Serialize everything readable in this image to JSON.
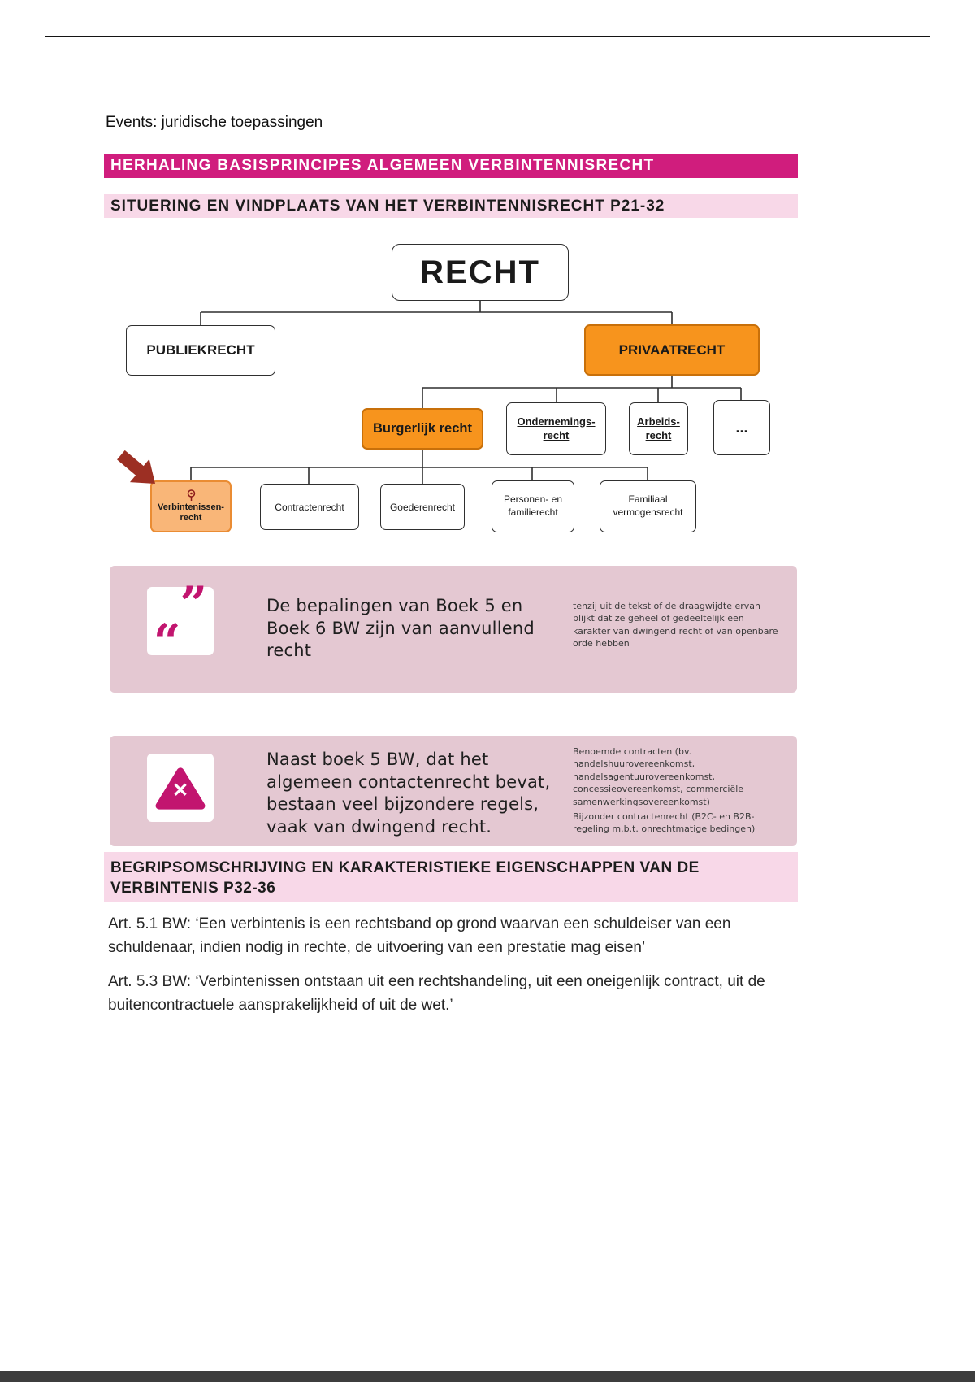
{
  "page": {
    "title": "Events: juridische toepassingen",
    "banners": {
      "main": "HERHALING BASISPRINCIPES ALGEMEEN VERBINTENNISRECHT",
      "section1": "SITUERING EN VINDPLAATS VAN HET VERBINTENNISRECHT  P21-32",
      "section2": "BEGRIPSOMSCHRIJVING EN KARAKTERISTIEKE EIGENSCHAPPEN VAN DE VERBINTENIS P32-36"
    }
  },
  "diagram": {
    "root": "RECHT",
    "level1": [
      {
        "label": "PUBLIEKRECHT"
      },
      {
        "label": "PRIVAATRECHT"
      }
    ],
    "level2": [
      {
        "label": "Burgerlijk recht"
      },
      {
        "label": "Ondernemings-recht"
      },
      {
        "label": "Arbeids-recht"
      },
      {
        "label": "..."
      }
    ],
    "level3": [
      {
        "label": "Verbintenissen-recht"
      },
      {
        "label": "Contractenrecht"
      },
      {
        "label": "Goederenrecht"
      },
      {
        "label": "Personen- en familierecht"
      },
      {
        "label": "Familiaal vermogensrecht"
      }
    ]
  },
  "callouts": [
    {
      "icon": "quote-icon",
      "text": "De bepalingen van Boek 5 en Boek 6 BW zijn van aanvullend recht",
      "note": "tenzij uit de tekst of de draagwijdte ervan blijkt dat ze geheel of gedeeltelijk een karakter van dwingend recht of van openbare orde hebben"
    },
    {
      "icon": "warning-x-icon",
      "text": "Naast boek 5 BW, dat het algemeen contactenrecht bevat, bestaan veel bijzondere regels, vaak van dwingend recht.",
      "notes": [
        "Benoemde contracten (bv. handelshuurovereenkomst, handelsagentuurovereenkomst, concessieovereenkomst, commerciële samenwerkingsovereenkomst)",
        "Bijzonder contractenrecht (B2C- en B2B-regeling m.b.t. onrechtmatige bedingen)"
      ]
    }
  ],
  "paragraphs": [
    "Art. 5.1 BW: ‘Een verbintenis is een rechtsband op grond waarvan een schuldeiser van een schuldenaar, indien nodig in rechte, de uitvoering van een prestatie mag eisen’",
    "Art. 5.3 BW: ‘Verbintenissen ontstaan uit een rechtshandeling, uit een oneigenlijk contract, uit de buitencontractuele aansprakelijkheid of uit de wet.’"
  ],
  "icons": {
    "quote_open": "“",
    "quote_close": "”",
    "x_mark": "✕"
  },
  "colors": {
    "accent_magenta": "#d01d7d",
    "banner_pink": "#f8d8e8",
    "orange": "#f7941d",
    "orange_light": "#f9b678",
    "callout_pink": "#e4c8d2",
    "arrow_red": "#9c2f23"
  }
}
